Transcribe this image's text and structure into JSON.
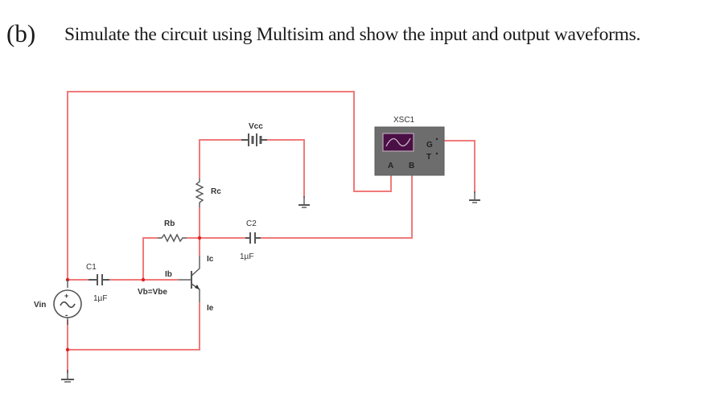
{
  "question": {
    "label": "(b)",
    "text": "Simulate the circuit using Multisim and show the input and output waveforms."
  },
  "circuit": {
    "source": {
      "name": "Vin",
      "plus": "+",
      "minus": "-"
    },
    "vcc": {
      "name": "Vcc"
    },
    "rc": {
      "name": "Rc"
    },
    "rb": {
      "name": "Rb"
    },
    "c1": {
      "name": "C1",
      "value": "1µF"
    },
    "c2": {
      "name": "C2",
      "value": "1µF"
    },
    "transistor": {
      "ib": "Ib",
      "ic": "Ic",
      "ie": "Ie",
      "vb": "Vb=Vbe"
    },
    "oscilloscope": {
      "name": "XSC1",
      "terminals": {
        "a": "A",
        "b": "B",
        "g": "G",
        "t": "T"
      },
      "screen_color": "#4a0f45",
      "body_color": "#6d6d6d"
    },
    "wire_color": "#ee6b6b"
  }
}
